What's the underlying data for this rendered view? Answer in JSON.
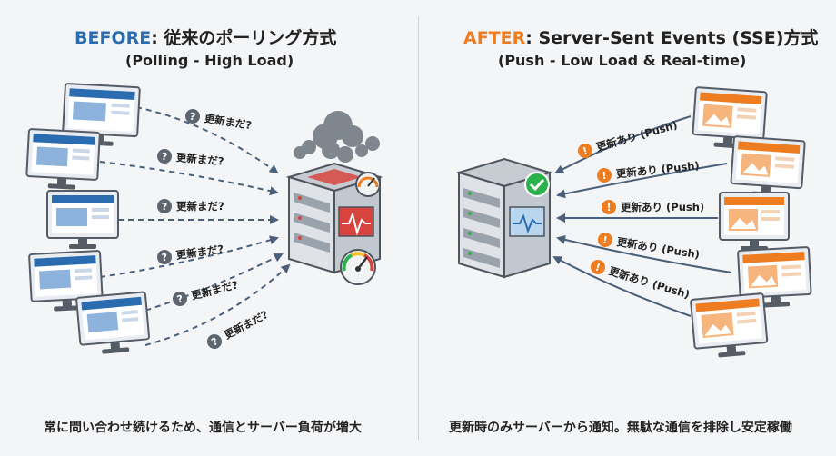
{
  "before": {
    "title_keyword": "BEFORE",
    "title_rest": ": 従来のポーリング方式",
    "subtitle": "(Polling - High Load)",
    "footer": "常に問い合わせ続けるため、通信とサーバー負荷が増大",
    "request_labels": [
      "更新まだ?",
      "更新まだ?",
      "更新まだ?",
      "更新まだ?",
      "更新まだ?",
      "更新まだ?"
    ]
  },
  "after": {
    "title_keyword": "AFTER",
    "title_rest": ": Server-Sent Events (SSE)方式",
    "subtitle": "(Push - Low Load & Real-time)",
    "footer": "更新時のみサーバーから通知。無駄な通信を排除し安定稼働",
    "push_labels": [
      "更新あり (Push)",
      "更新あり (Push)",
      "更新あり (Push)",
      "更新あり (Push)",
      "更新あり (Push)"
    ]
  },
  "icons": {
    "before_server": "overloaded-server-icon",
    "after_server": "healthy-server-icon",
    "client": "monitor-icon",
    "question_badge": "question-mark-icon",
    "alert_badge": "exclamation-icon"
  },
  "colors": {
    "before_accent": "#2b6cb0",
    "after_accent": "#ee7d22",
    "alert_red": "#d7443e",
    "ok_green": "#2bb24c"
  }
}
